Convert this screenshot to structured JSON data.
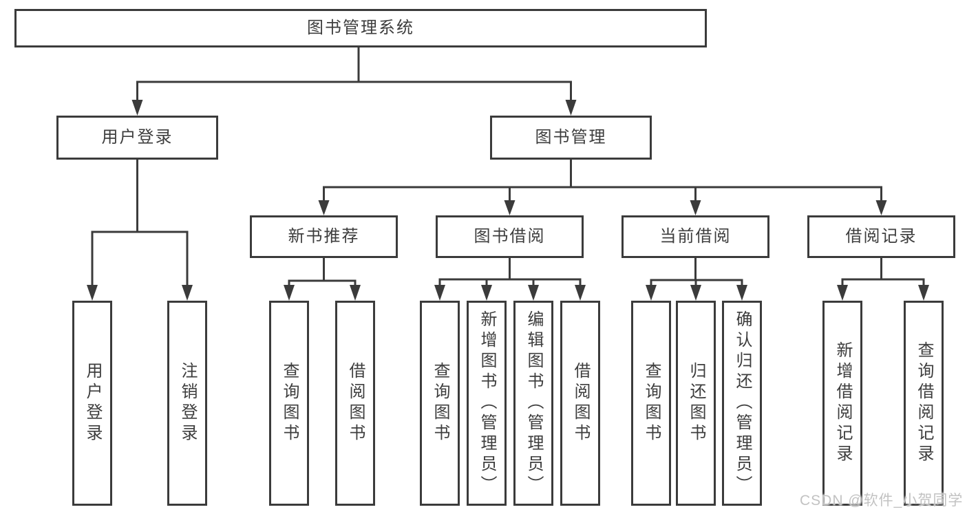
{
  "diagram": {
    "type": "hierarchy-tree",
    "colors": {
      "line": "#3b3b3b",
      "text": "#3d3d3d",
      "watermark": "#c2c2c2",
      "background": "#ffffff"
    },
    "tree": {
      "label": "图书管理系统",
      "children": [
        {
          "label": "用户登录",
          "children": [
            {
              "label": "用户登录"
            },
            {
              "label": "注销登录"
            }
          ]
        },
        {
          "label": "图书管理",
          "children": [
            {
              "label": "新书推荐",
              "children": [
                {
                  "label": "查询图书"
                },
                {
                  "label": "借阅图书"
                }
              ]
            },
            {
              "label": "图书借阅",
              "children": [
                {
                  "label": "查询图书"
                },
                {
                  "label": "新增图书（管理员）"
                },
                {
                  "label": "编辑图书（管理员）"
                },
                {
                  "label": "借阅图书"
                }
              ]
            },
            {
              "label": "当前借阅",
              "children": [
                {
                  "label": "查询图书"
                },
                {
                  "label": "归还图书"
                },
                {
                  "label": "确认归还（管理员）"
                }
              ]
            },
            {
              "label": "借阅记录",
              "children": [
                {
                  "label": "新增借阅记录"
                },
                {
                  "label": "查询借阅记录"
                }
              ]
            }
          ]
        }
      ]
    },
    "watermark": "CSDN @软件_小贺同学"
  }
}
